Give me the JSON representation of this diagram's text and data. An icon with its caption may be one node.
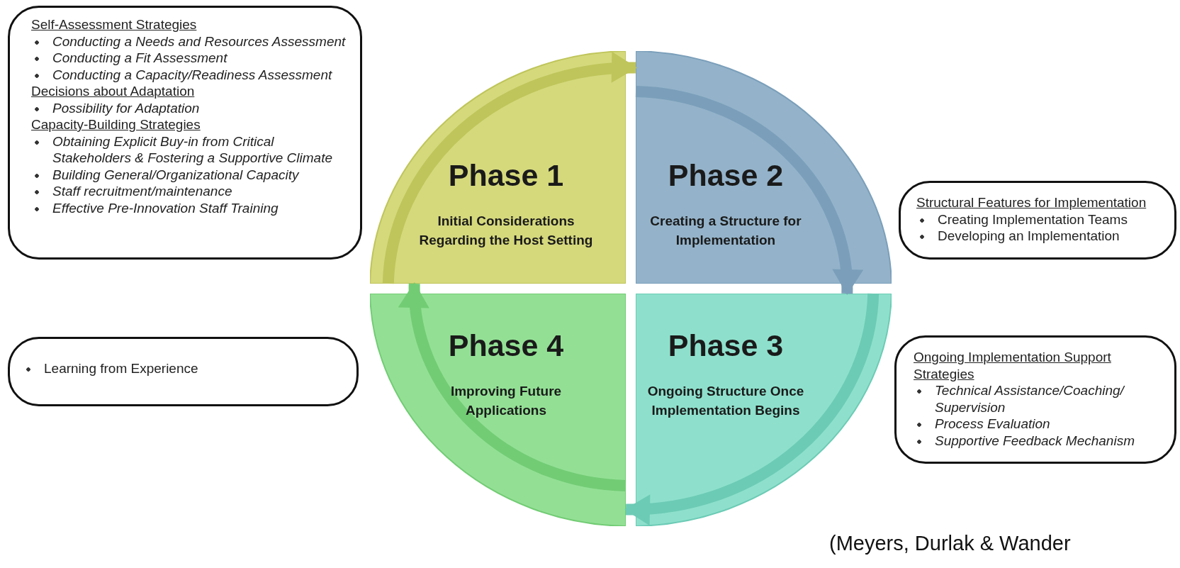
{
  "diagram": {
    "caption": "(Meyers, Durlak & Wander",
    "nodes": [
      {
        "text": [
          "Self-Assessment Strategies",
          "Conducting a Needs and Resources Assessment",
          "Conducting a Fit Assessment",
          "Conducting a Capacity/Readiness Assessment",
          "Decisions about Adaptation",
          "Possibility for Adaptation",
          "Capacity-Building Strategies",
          "Obtaining Explicit Buy-in from Critical Stakeholders & Fostering a Supportive Climate",
          "Building General/Organizational Capacity",
          "Staff recruitment/maintenance",
          "Effective Pre-Innovation Staff Training"
        ]
      },
      {
        "text": [
          "Phase 1",
          "Initial Considerations Regarding the Host Setting"
        ]
      },
      {
        "text": [
          "Phase 2",
          "Creating a Structure for Implementation"
        ]
      },
      {
        "text": [
          "Structural Features for Implementation",
          "Creating Implementation Teams",
          "Developing an Implementation"
        ]
      },
      {
        "text": [
          "Learning from Experience"
        ]
      },
      {
        "text": [
          "Phase 4",
          "Improving Future Applications"
        ]
      },
      {
        "text": [
          "Phase 3",
          "Ongoing Structure Once Implementation Begins"
        ]
      },
      {
        "text": [
          "Ongoing Implementation Support Strategies",
          "Technical Assistance/Coaching/ Supervision",
          "Process Evaluation",
          "Supportive Feedback Mechanism"
        ]
      }
    ],
    "edges": [
      {
        "from": 1,
        "to": 2,
        "arrow": "to",
        "color": "#bfc55a"
      },
      {
        "from": 2,
        "to": 6,
        "arrow": "to",
        "color": "#7b9fba"
      },
      {
        "from": 6,
        "to": 5,
        "arrow": "to",
        "color": "#6ccbb5"
      },
      {
        "from": 5,
        "to": 1,
        "arrow": "to",
        "color": "#72cc74"
      }
    ]
  }
}
